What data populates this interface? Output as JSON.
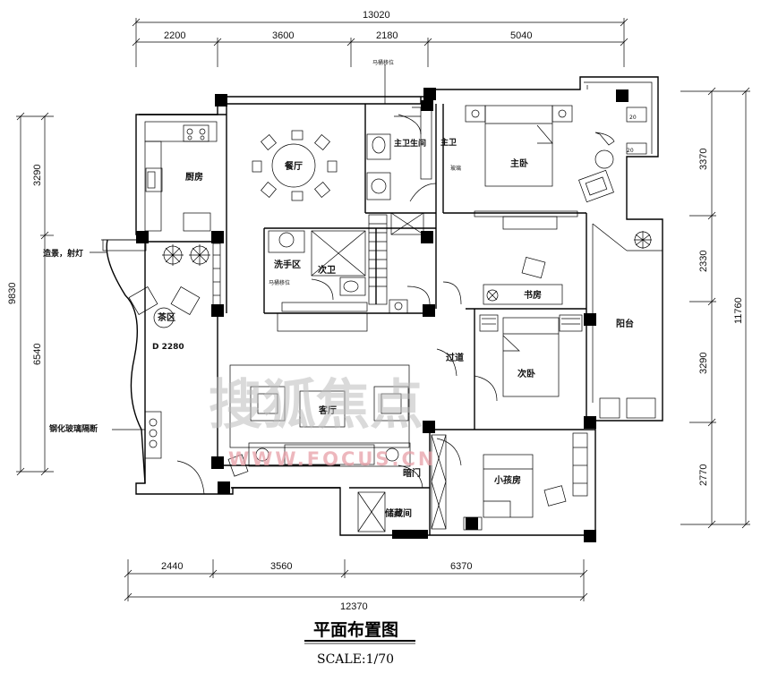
{
  "dimensions": {
    "top_total": "13020",
    "top_segments": [
      "2200",
      "3600",
      "2180",
      "5040"
    ],
    "bottom_total": "12370",
    "bottom_segments": [
      "2440",
      "3560",
      "6370"
    ],
    "left_total": "9830",
    "left_segments": [
      "3290",
      "6540"
    ],
    "right_total": "11760",
    "right_segments": [
      "3370",
      "2330",
      "3290",
      "2770"
    ],
    "balcony_small_1": "20",
    "balcony_small_2": "20"
  },
  "rooms": {
    "kitchen": "厨房",
    "dining": "餐厅",
    "master_bath_label": "主卫生间",
    "master_bath": "主卫",
    "glass_label": "玻璃",
    "master_bedroom": "主卧",
    "wash_area": "洗手区",
    "second_bath": "次卫",
    "study": "书房",
    "balcony": "阳台",
    "tea_area": "茶区",
    "tea_diameter": "D 2280",
    "corridor": "过道",
    "second_bedroom": "次卧",
    "living": "客厅",
    "kids_room": "小孩房",
    "hidden_door": "暗门",
    "storage": "储藏间"
  },
  "notes": {
    "feature_light": "造景，射灯",
    "glass_partition": "钢化玻璃隔断",
    "towel_bar_1": "马桶移位",
    "towel_bar_2": "马桶移位"
  },
  "watermark": {
    "chinese": "搜狐焦点",
    "url": "WWW.FOCUS.CN"
  },
  "title": {
    "main": "平面布置图",
    "scale": "SCALE:1/70"
  }
}
